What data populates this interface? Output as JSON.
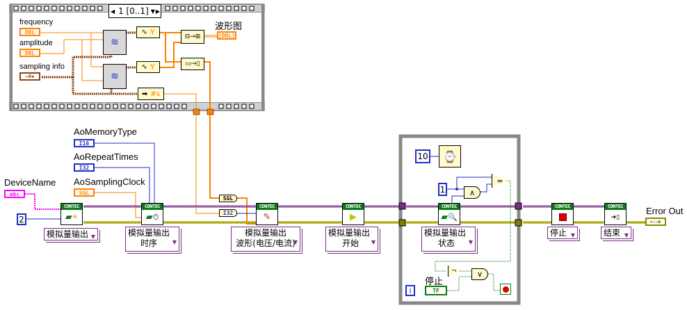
{
  "sequence": {
    "selector_label": "1 [0..1]",
    "controls": [
      {
        "label": "frequency",
        "type": "DBL"
      },
      {
        "label": "amplitude",
        "type": "DBL"
      },
      {
        "label": "sampling info",
        "type": "cluster"
      }
    ],
    "indicator": {
      "label": "波形图",
      "type": "[DBL]"
    },
    "format_node": "#s"
  },
  "inputs": {
    "device_name": {
      "label": "DeviceName",
      "type": "abc"
    },
    "channel_const": "2",
    "ao_memory_type": {
      "label": "AoMemoryType",
      "type": "I16"
    },
    "ao_repeat_times": {
      "label": "AoRepeatTimes",
      "type": "I32"
    },
    "ao_sampling_clock": {
      "label": "AoSamplingClock",
      "type": "SGL"
    },
    "sgl_convert": "SGL",
    "i32_convert": "I32"
  },
  "vis": [
    {
      "header": "CONTEC",
      "ring": [
        "模拟量输出"
      ],
      "icon": "init-icon"
    },
    {
      "header": "CONTEC",
      "ring": [
        "模拟量输出",
        "时序"
      ],
      "icon": "timing-icon"
    },
    {
      "header": "CONTEC",
      "ring": [
        "模拟量输出",
        "波形(电压/电流)"
      ],
      "icon": "write-icon"
    },
    {
      "header": "CONTEC",
      "ring": [
        "模拟量输出",
        "开始"
      ],
      "icon": "start-icon"
    },
    {
      "header": "CONTEC",
      "ring": [
        "模拟量输出",
        "状态"
      ],
      "icon": "status-icon"
    },
    {
      "header": "CONTEC",
      "ring": [
        "停止"
      ],
      "icon": "stop-icon"
    },
    {
      "header": "CONTEC",
      "ring": [
        "结束"
      ],
      "icon": "exit-icon"
    }
  ],
  "loop": {
    "wait_const": "10",
    "and_const": "1",
    "stop_label": "停止",
    "stop_value": "TF",
    "iteration": "i",
    "and_symbol": "∧",
    "eq_symbol": "=",
    "or_symbol": "∨",
    "not_symbol": "¬"
  },
  "error_out": {
    "label": "Error Out"
  },
  "colors": {
    "orange_wire": "#ff8000",
    "blue_wire": "#1c2fc8",
    "pink_wire": "#ff00ff",
    "purple_wire": "#7a2d86",
    "error_wire": "#8a8a00",
    "bool_wire": "#0a7a0a",
    "cluster_wire": "#8b4513"
  }
}
